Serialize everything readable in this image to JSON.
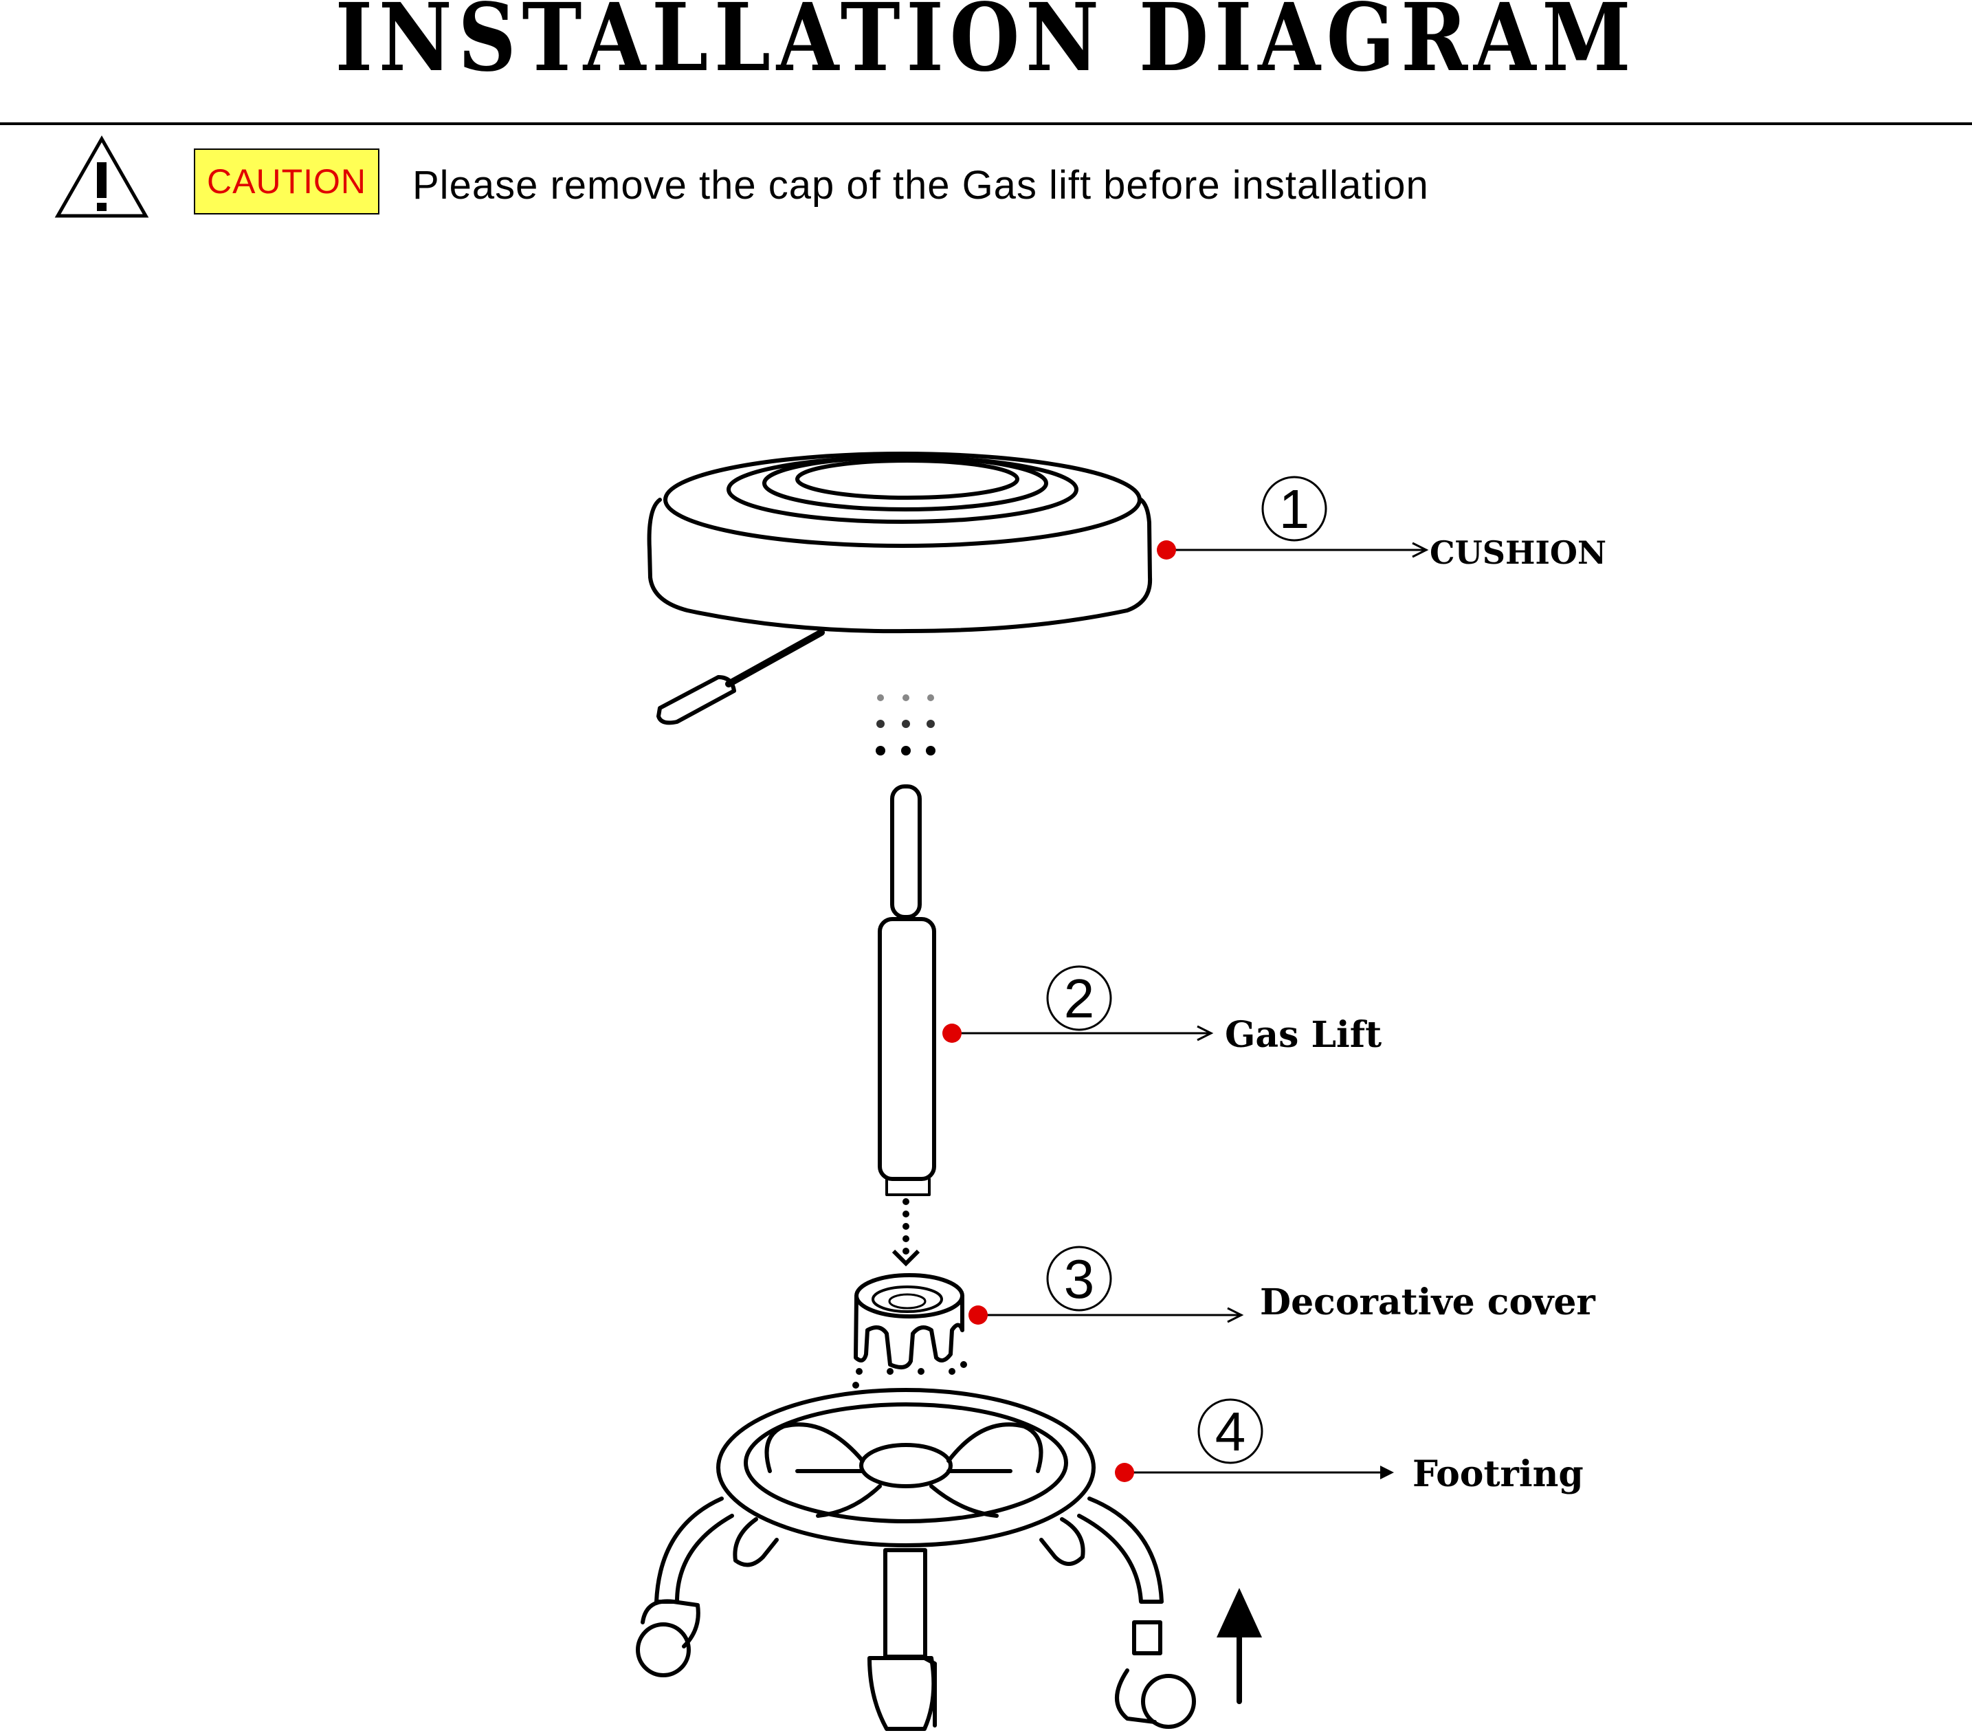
{
  "title": "INSTALLATION DIAGRAM",
  "caution": {
    "badge": "CAUTION",
    "message": "Please remove the cap of the Gas lift before installation",
    "icon": "warning-triangle-icon"
  },
  "parts": [
    {
      "number": "1",
      "label": "CUSHION"
    },
    {
      "number": "2",
      "label": "Gas Lift"
    },
    {
      "number": "3",
      "label": "Decorative cover"
    },
    {
      "number": "4",
      "label": "Footring"
    }
  ],
  "colors": {
    "marker": "#e00000",
    "badge_bg": "#ffff55",
    "badge_text": "#e00000",
    "line": "#000000"
  }
}
